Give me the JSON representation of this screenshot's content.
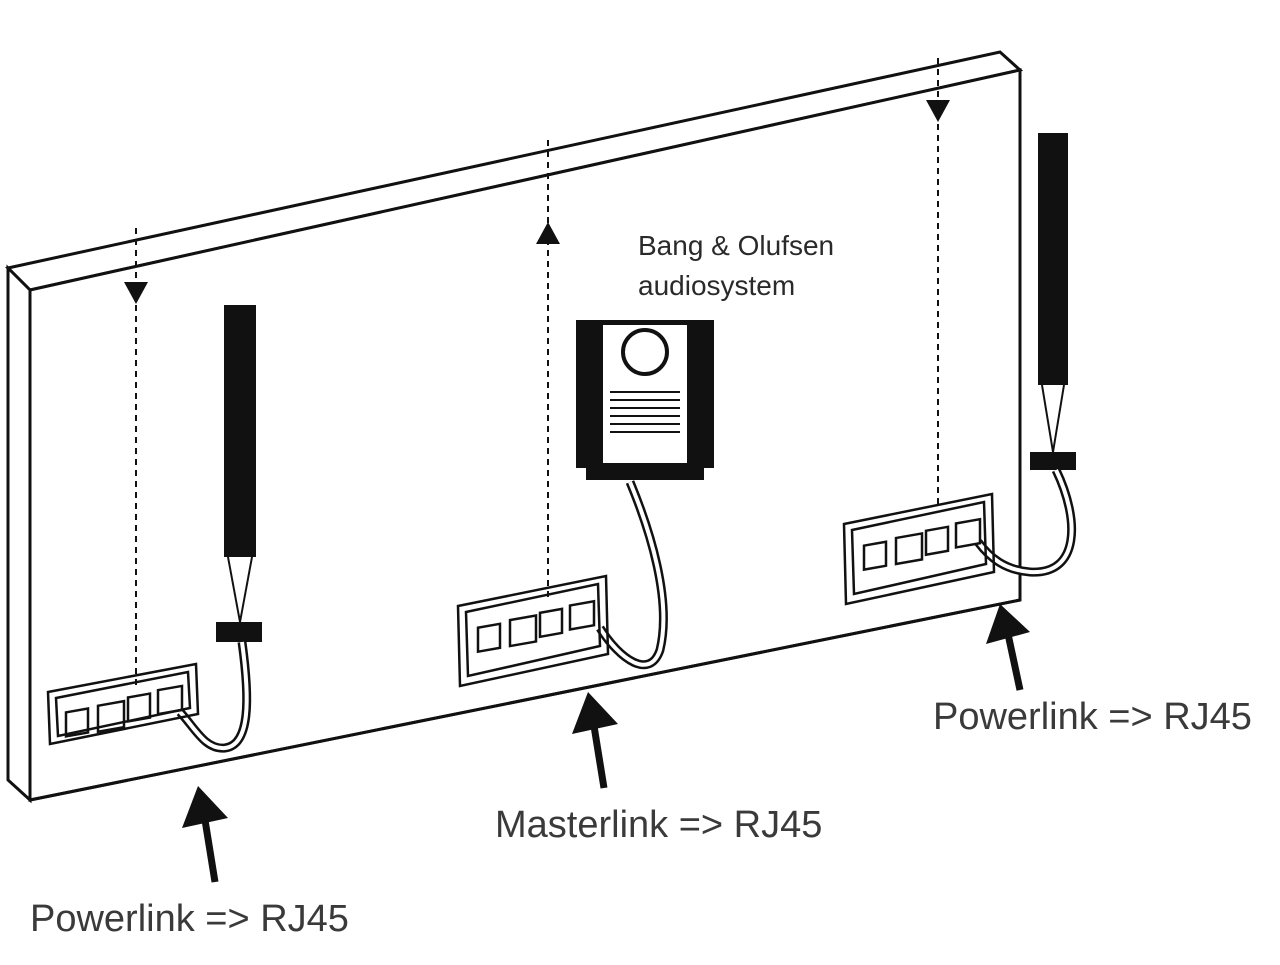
{
  "labels": {
    "product_name": "Bang & Olufsen",
    "product_type": "audiosystem",
    "left_connection": "Powerlink => RJ45",
    "center_connection": "Masterlink => RJ45",
    "right_connection": "Powerlink => RJ45"
  },
  "colors": {
    "ink": "#111111",
    "text": "#3a3a3a",
    "background": "#ffffff"
  }
}
